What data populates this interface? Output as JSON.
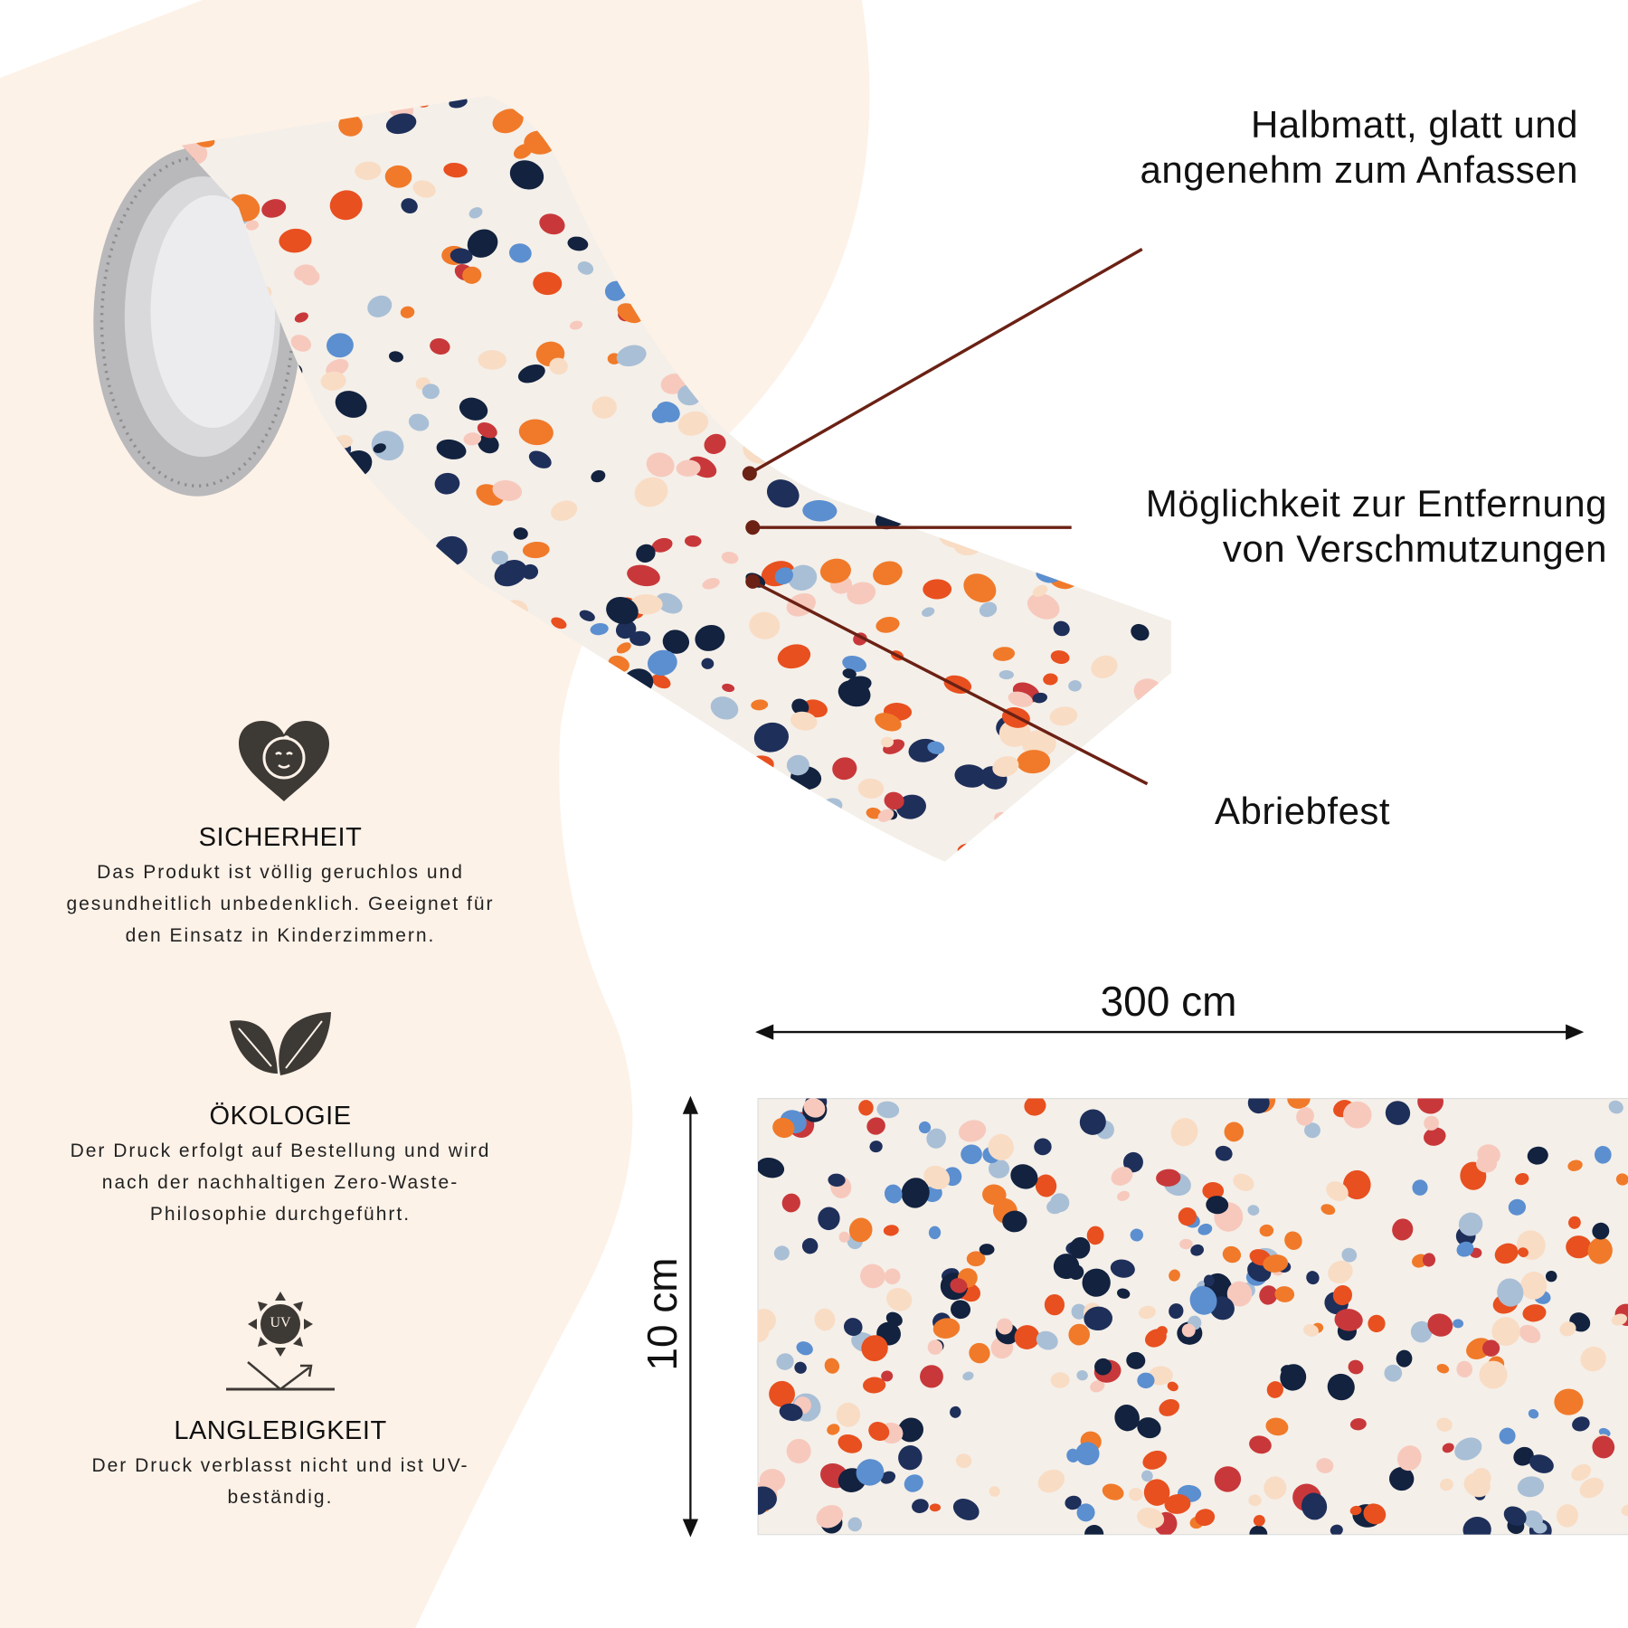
{
  "callouts": {
    "finish": {
      "line1": "Halbmatt, glatt und",
      "line2": "angenehm zum Anfassen"
    },
    "cleanable": {
      "line1": "Möglichkeit zur Entfernung",
      "line2": "von Verschmutzungen"
    },
    "abrasion": {
      "line1": "Abriebfest"
    }
  },
  "dimensions": {
    "width": "300 cm",
    "height": "10 cm"
  },
  "features": [
    {
      "icon": "baby-heart-icon",
      "title": "SICHERHEIT",
      "lines": [
        "Das Produkt ist völlig geruchlos und",
        "gesundheitlich unbedenklich. Geeignet für",
        "den Einsatz in Kinderzimmern."
      ]
    },
    {
      "icon": "leaves-icon",
      "title": "ÖKOLOGIE",
      "lines": [
        "Der Druck erfolgt auf Bestellung und wird",
        "nach der nachhaltigen Zero-Waste-",
        "Philosophie durchgeführt."
      ]
    },
    {
      "icon": "uv-sun-icon",
      "title": "LANGLEBIGKEIT",
      "uv_label": "UV",
      "lines": [
        "Der Druck verblasst nicht und ist UV-",
        "beständig."
      ]
    }
  ],
  "colors": {
    "background": "#ffffff",
    "wave": "#fdf2e8",
    "pattern_bg": "#f4efe9",
    "leader": "#6b2114",
    "icon": "#3d3935",
    "dots": [
      "#e8501f",
      "#1e2f5a",
      "#c8383a",
      "#f07a2a",
      "#5b8fd0",
      "#a9bfd6",
      "#f7c9bd",
      "#f9dcc4",
      "#12223f"
    ]
  }
}
